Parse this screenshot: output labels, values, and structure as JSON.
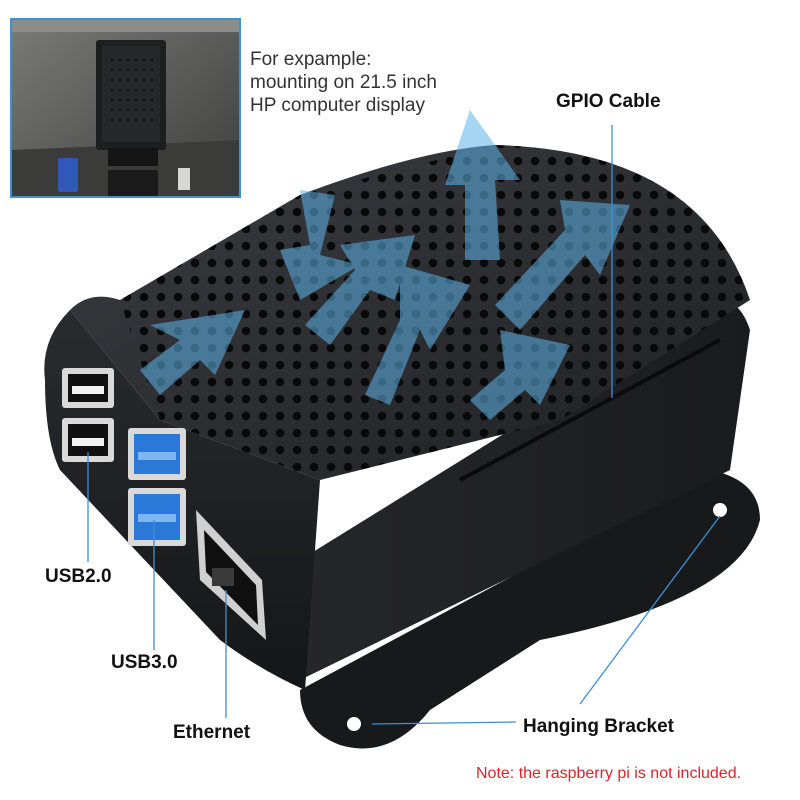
{
  "caption": {
    "lines": [
      "For expample:",
      "mounting on 21.5 inch",
      "HP computer display"
    ]
  },
  "labels": {
    "gpio_cable": "GPIO Cable",
    "usb2": "USB2.0",
    "usb3": "USB3.0",
    "ethernet": "Ethernet",
    "hanging_bracket": "Hanging Bracket"
  },
  "note": "Note: the raspberry pi is not included.",
  "colors": {
    "case_body": "#222326",
    "case_top": "#2e3034",
    "callout_line": "#3d8fd6",
    "airflow_arrow": "#5fb4ea",
    "note_text": "#d8262b",
    "usb3_blue": "#2a78d8"
  }
}
